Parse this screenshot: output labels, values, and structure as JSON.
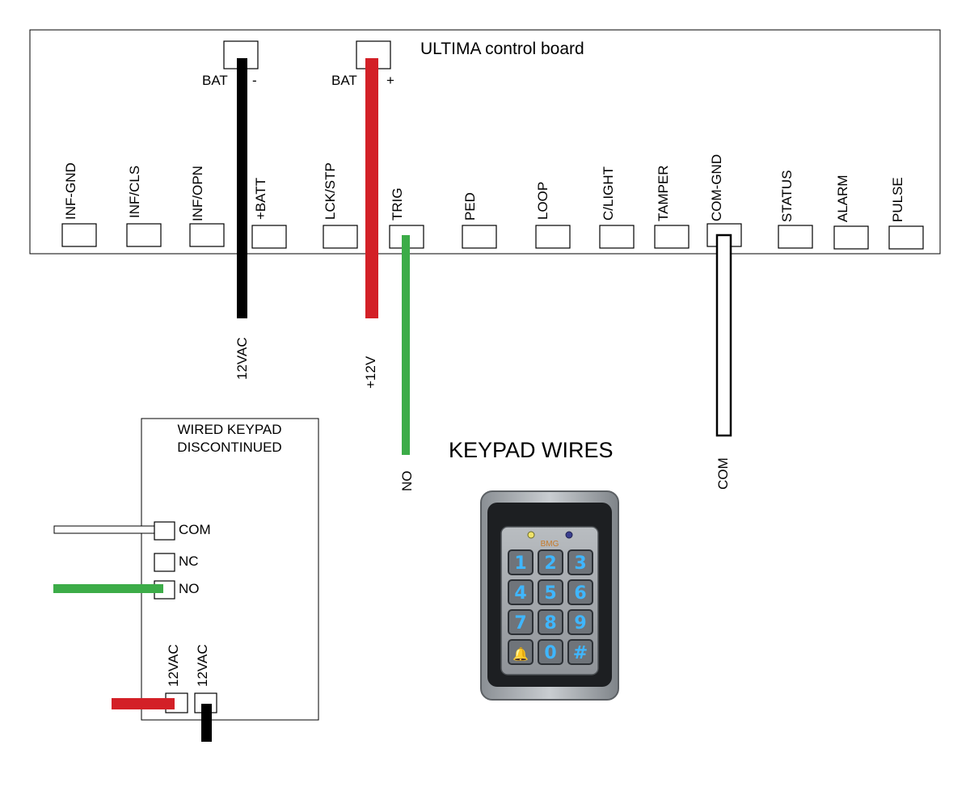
{
  "board": {
    "title": "ULTIMA control board",
    "bat_neg_label": "BAT",
    "bat_neg_sign": "-",
    "bat_pos_label": "BAT",
    "bat_pos_sign": "+",
    "terminals": [
      "INF-GND",
      "INF/CLS",
      "INF/OPN",
      "+BATT",
      "LCK/STP",
      "TRIG",
      "PED",
      "LOOP",
      "C/LIGHT",
      "TAMPER",
      "COM-GND",
      "STATUS",
      "ALARM",
      "PULSE"
    ]
  },
  "wires": {
    "black_label": "12VAC",
    "red_label": "+12V",
    "green_label": "NO",
    "com_label": "COM",
    "colors": {
      "black": "#000000",
      "red": "#d32027",
      "green": "#3cac48",
      "white": "#ffffff"
    }
  },
  "keypad_panel": {
    "title_line1": "WIRED KEYPAD",
    "title_line2": "DISCONTINUED",
    "com": "COM",
    "nc": "NC",
    "no": "NO",
    "vac1": "12VAC",
    "vac2": "12VAC"
  },
  "keypad_image": {
    "heading": "KEYPAD WIRES",
    "brand": "BMG",
    "keys": [
      "1",
      "2",
      "3",
      "4",
      "5",
      "6",
      "7",
      "8",
      "9",
      "🔔",
      "0",
      "#"
    ]
  }
}
